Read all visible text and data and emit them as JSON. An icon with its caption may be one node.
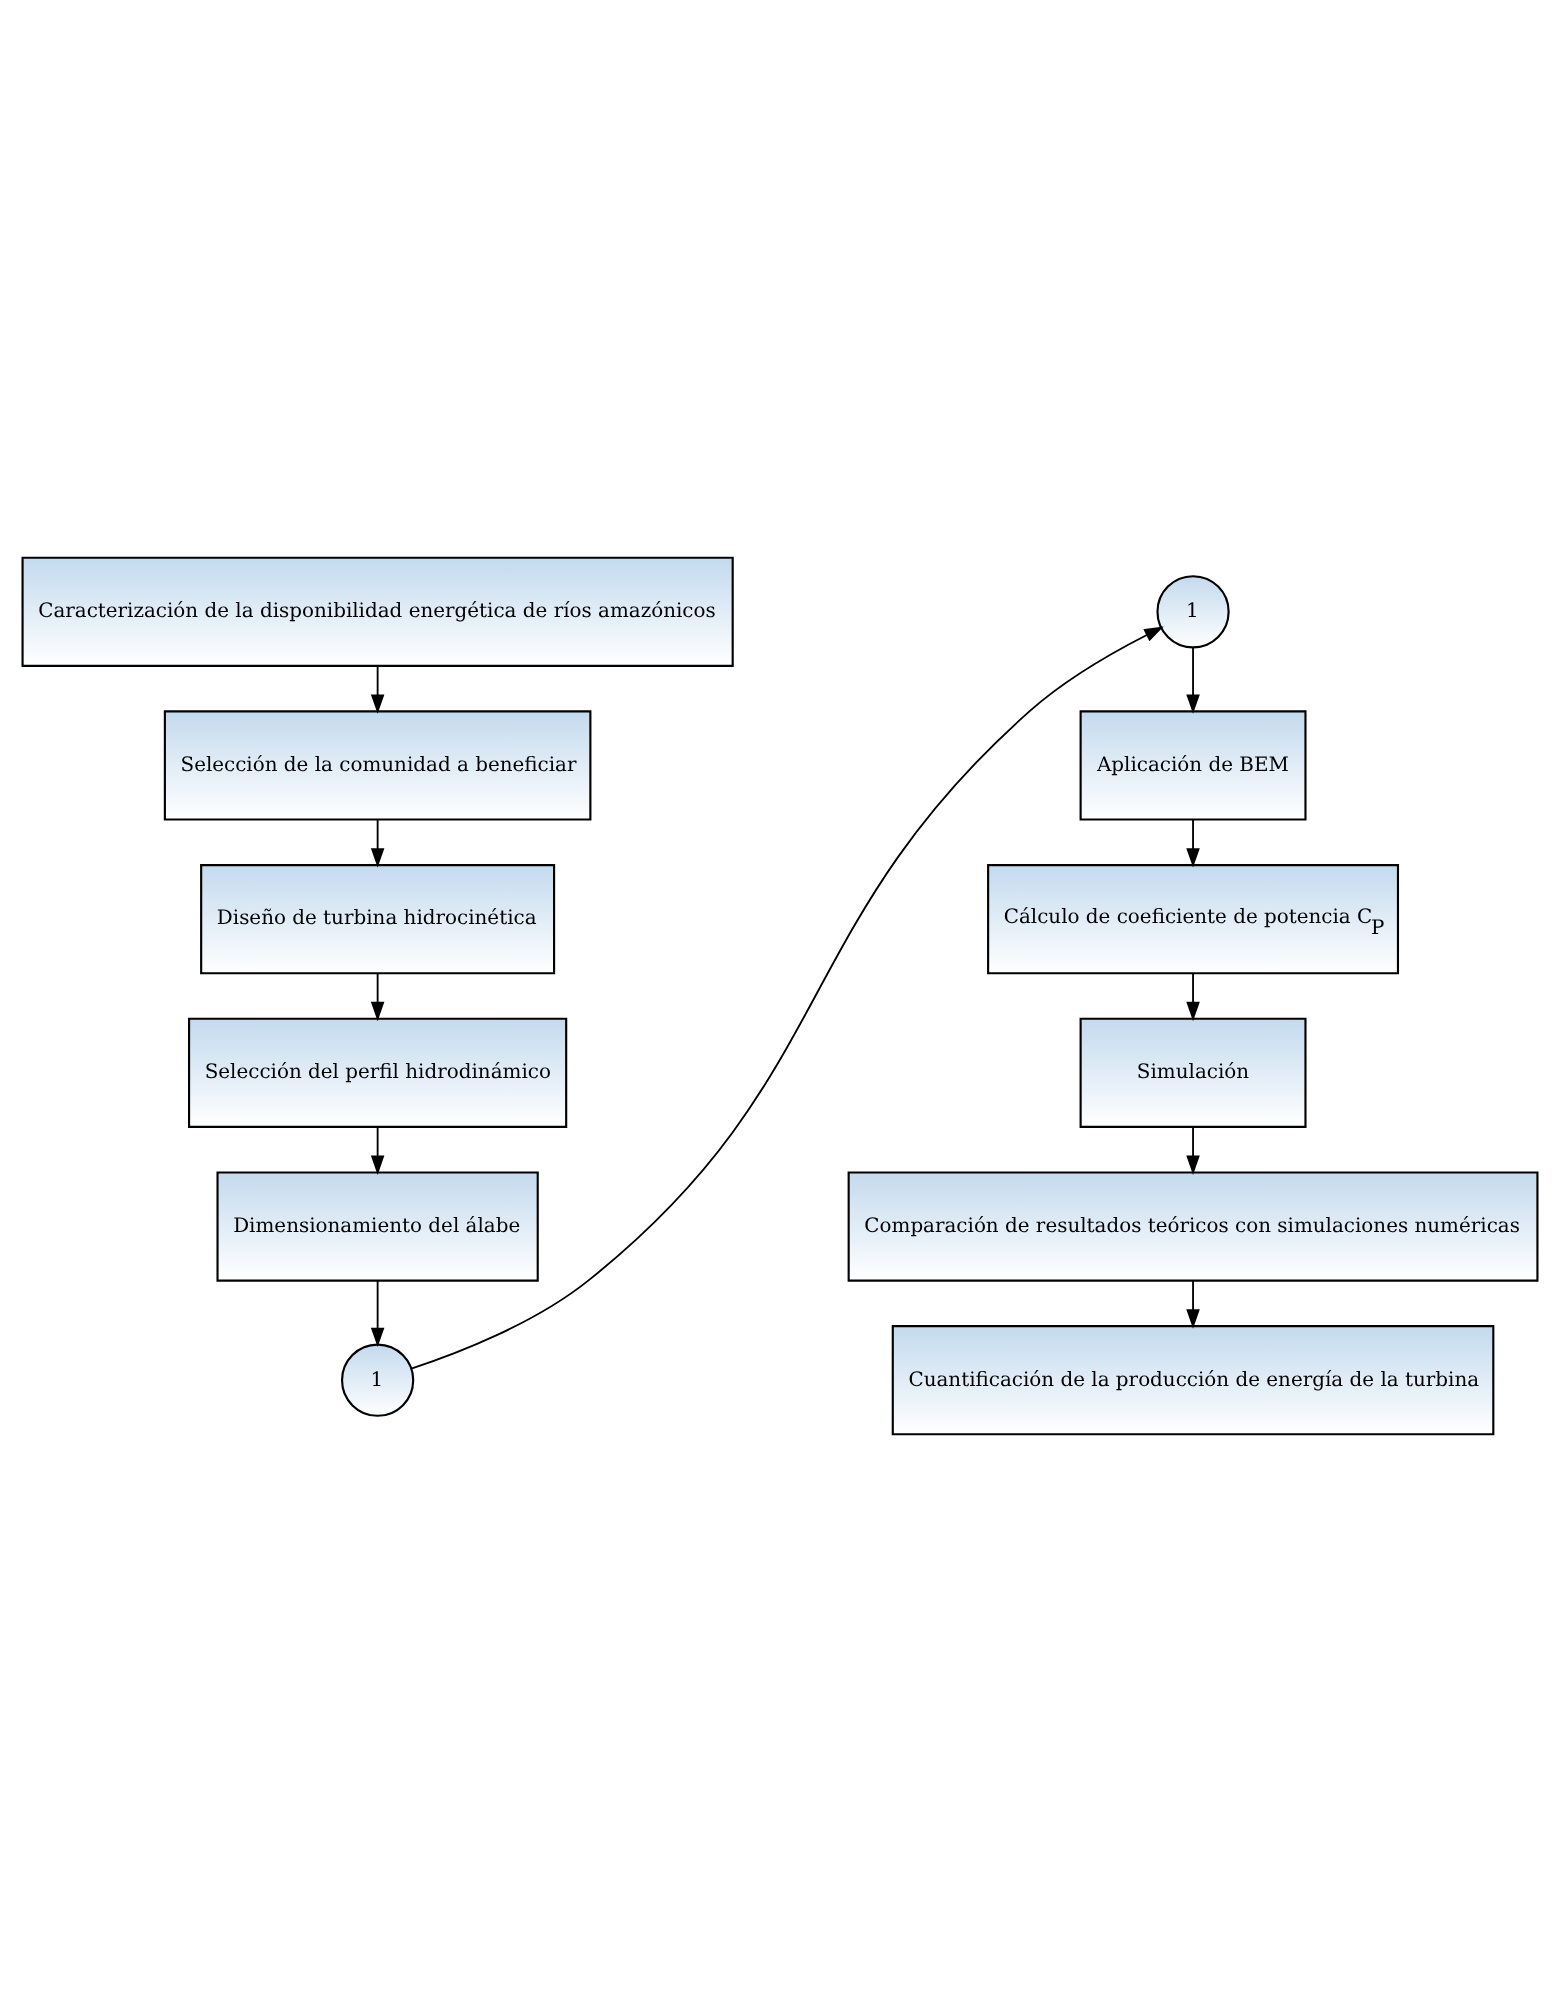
{
  "diagram": {
    "nodes": [
      {
        "text": [
          "Caracterización de la disponibilidad energética de ríos amazónicos"
        ]
      },
      {
        "text": [
          "Selección de la comunidad a beneficiar"
        ]
      },
      {
        "text": [
          "Diseño de turbina hidrocinética"
        ]
      },
      {
        "text": [
          "Selección del perfil hidrodinámico"
        ]
      },
      {
        "text": [
          "Dimensionamiento del álabe"
        ]
      },
      {
        "text": [
          "1"
        ]
      },
      {
        "text": [
          "1"
        ]
      },
      {
        "text": [
          "Aplicación de BEM"
        ]
      },
      {
        "text": [
          "Cálculo de coeficiente de potencia C$_{P}$"
        ]
      },
      {
        "text": [
          "Simulación"
        ]
      },
      {
        "text": [
          "Comparación de resultados teóricos con simulaciones numéricas"
        ]
      },
      {
        "text": [
          "Cuantificación de la producción de energía de la turbina"
        ]
      }
    ],
    "edges": [
      {
        "from": 0,
        "to": 1,
        "arrow": "to"
      },
      {
        "from": 1,
        "to": 2,
        "arrow": "to"
      },
      {
        "from": 2,
        "to": 3,
        "arrow": "to"
      },
      {
        "from": 3,
        "to": 4,
        "arrow": "to"
      },
      {
        "from": 4,
        "to": 5,
        "arrow": "to"
      },
      {
        "from": 5,
        "to": 6,
        "arrow": "to"
      },
      {
        "from": 6,
        "to": 7,
        "arrow": "to"
      },
      {
        "from": 7,
        "to": 8,
        "arrow": "to"
      },
      {
        "from": 8,
        "to": 9,
        "arrow": "to"
      },
      {
        "from": 9,
        "to": 10,
        "arrow": "to"
      },
      {
        "from": 10,
        "to": 11,
        "arrow": "to"
      }
    ]
  }
}
